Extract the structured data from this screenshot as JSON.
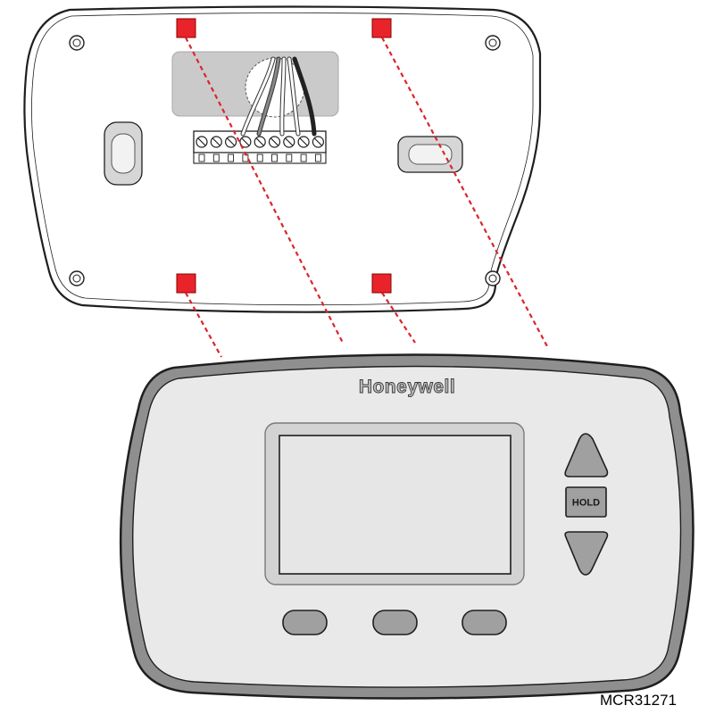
{
  "figure": {
    "brand_name": "Honeywell",
    "hold_button_label": "HOLD",
    "figure_code": "MCR31271"
  },
  "colors": {
    "alignment_marker": "#e8242a",
    "alignment_line": "#d9262c",
    "outline": "#1f1f1f",
    "front_bezel": "#8f8f8f",
    "front_face": "#e9e9e9",
    "button_gray": "#a0a0a0",
    "wallplate_recess": "#cacaca"
  },
  "icons": {
    "wallplate": "wallplate-outline",
    "terminal_block": "terminal-screw-block",
    "thermostat": "thermostat-front",
    "up_button": "up-arrow-icon",
    "down_button": "down-arrow-icon"
  }
}
